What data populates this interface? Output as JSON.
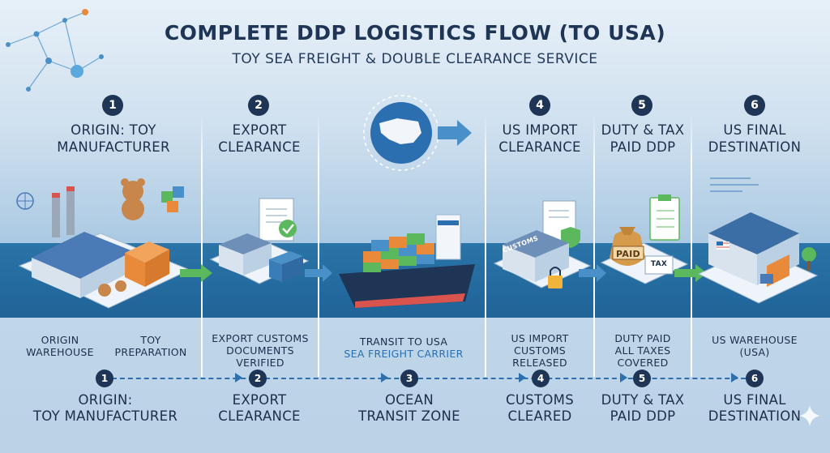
{
  "title": "COMPLETE DDP LOGISTICS FLOW (TO USA)",
  "subtitle": "TOY SEA FREIGHT & DOUBLE CLEARANCE SERVICE",
  "steps": [
    {
      "num": "1",
      "heading_line1": "ORIGIN: TOY",
      "heading_line2": "MANUFACTURER"
    },
    {
      "num": "2",
      "heading_line1": "EXPORT",
      "heading_line2": "CLEARANCE"
    },
    {
      "num": "4",
      "heading_line1": "US IMPORT",
      "heading_line2": "CLEARANCE"
    },
    {
      "num": "5",
      "heading_line1": "DUTY & TAX",
      "heading_line2": "PAID DDP"
    },
    {
      "num": "6",
      "heading_line1": "US FINAL",
      "heading_line2": "DESTINATION"
    }
  ],
  "captions": {
    "origin_warehouse": [
      "ORIGIN",
      "WAREHOUSE"
    ],
    "toy_preparation": [
      "TOY",
      "PREPARATION"
    ],
    "export_docs": [
      "EXPORT CUSTOMS",
      "DOCUMENTS",
      "VERIFIED"
    ],
    "transit": [
      "TRANSIT TO USA",
      "SEA FREIGHT CARRIER"
    ],
    "import_released": [
      "US IMPORT",
      "CUSTOMS",
      "RELEASED"
    ],
    "duty_paid": [
      "DUTY PAID",
      "ALL TAXES",
      "COVERED"
    ],
    "us_warehouse": [
      "US WAREHOUSE",
      "(USA)"
    ]
  },
  "scene_labels": {
    "customs_sign": "CUSTOMS",
    "paid_bag": "PAID",
    "tax_receipt": "TAX"
  },
  "timeline": [
    {
      "num": "1",
      "line1": "ORIGIN:",
      "line2": "TOY MANUFACTURER"
    },
    {
      "num": "2",
      "line1": "EXPORT",
      "line2": "CLEARANCE"
    },
    {
      "num": "3",
      "line1": "OCEAN",
      "line2": "TRANSIT ZONE"
    },
    {
      "num": "4",
      "line1": "CUSTOMS",
      "line2": "CLEARED"
    },
    {
      "num": "5",
      "line1": "DUTY & TAX",
      "line2": "PAID DDP"
    },
    {
      "num": "6",
      "line1": "US FINAL",
      "line2": "DESTINATION"
    }
  ],
  "colors": {
    "navy": "#1f3556",
    "accent_blue": "#2b6fb0",
    "arrow_green": "#5cb85c",
    "container_orange": "#e88a3a"
  }
}
